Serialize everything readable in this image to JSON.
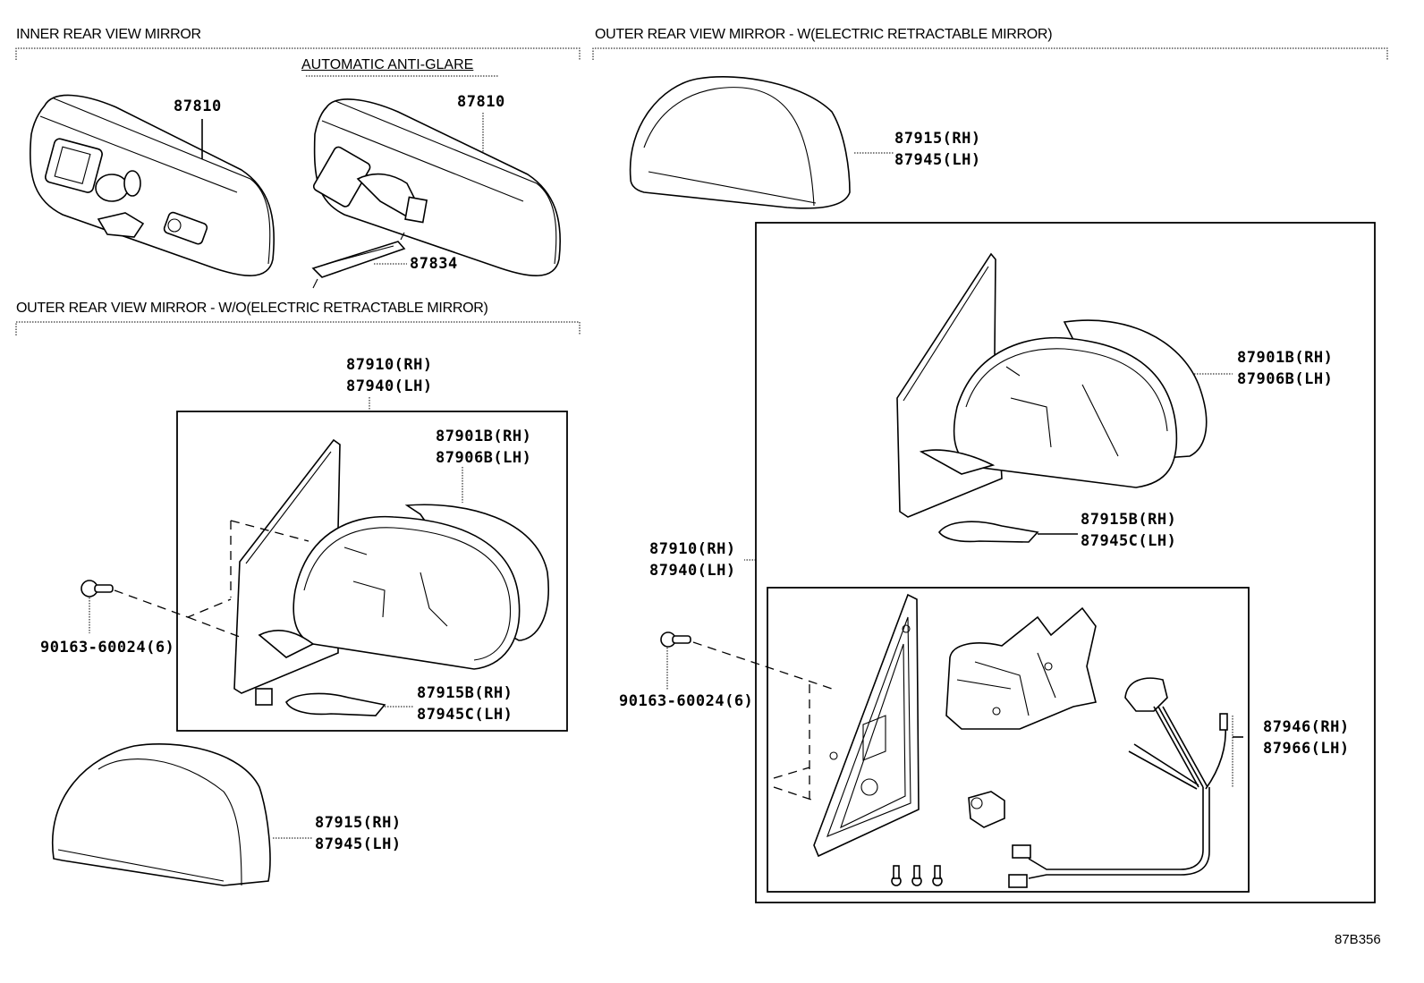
{
  "diagram_code": "87B356",
  "sections": {
    "inner_mirror": {
      "title": "INNER REAR VIEW MIRROR",
      "subsection_title": "AUTOMATIC ANTI-GLARE",
      "parts": [
        {
          "number": "87810"
        },
        {
          "number": "87810"
        },
        {
          "number": "87834"
        }
      ]
    },
    "outer_without_retract": {
      "title": "OUTER REAR VIEW MIRROR - W/O(ELECTRIC RETRACTABLE MIRROR)",
      "assembly": {
        "rh": "87910(RH)",
        "lh": "87940(LH)"
      },
      "glass": {
        "rh": "87901B(RH)",
        "lh": "87906B(LH)"
      },
      "lamp": {
        "rh": "87915B(RH)",
        "lh": "87945C(LH)"
      },
      "bolt": {
        "number": "90163-60024(6)"
      },
      "cover": {
        "rh": "87915(RH)",
        "lh": "87945(LH)"
      }
    },
    "outer_with_retract": {
      "title": "OUTER REAR VIEW MIRROR - W(ELECTRIC RETRACTABLE MIRROR)",
      "cover": {
        "rh": "87915(RH)",
        "lh": "87945(LH)"
      },
      "glass": {
        "rh": "87901B(RH)",
        "lh": "87906B(LH)"
      },
      "lamp": {
        "rh": "87915B(RH)",
        "lh": "87945C(LH)"
      },
      "assembly": {
        "rh": "87910(RH)",
        "lh": "87940(LH)"
      },
      "bolt": {
        "number": "90163-60024(6)"
      },
      "retract_motor": {
        "rh": "87946(RH)",
        "lh": "87966(LH)"
      }
    }
  }
}
